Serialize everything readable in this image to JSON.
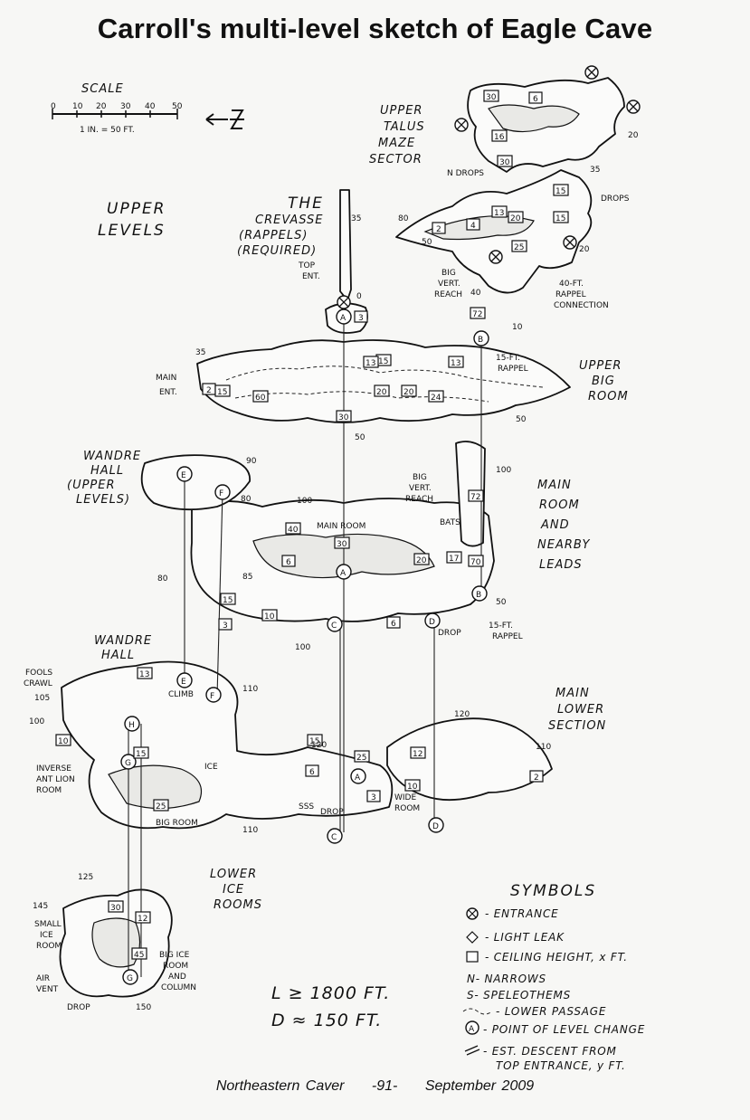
{
  "title": "Carroll's multi-level sketch of Eagle Cave",
  "footer": {
    "publication": "Northeastern Caver",
    "page": "-91-",
    "date": "September 2009"
  },
  "scale": {
    "label": "SCALE",
    "ticks": [
      "0",
      "10",
      "20",
      "30",
      "40",
      "50"
    ],
    "ratio": "1 IN. = 50 FT."
  },
  "sections": {
    "upper_levels": [
      "UPPER",
      "LEVELS"
    ],
    "upper_talus": [
      "UPPER",
      "TALUS",
      "MAZE",
      "SECTOR"
    ],
    "crevasse": [
      "THE",
      "CREVASSE",
      "(RAPPELS)",
      "(REQUIRED)"
    ],
    "upper_big_room": [
      "UPPER",
      "BIG",
      "ROOM"
    ],
    "main_room_leads": [
      "MAIN",
      "ROOM",
      "AND",
      "NEARBY",
      "LEADS"
    ],
    "main_lower": [
      "MAIN",
      "LOWER",
      "SECTION"
    ],
    "wandre_hall_upper": [
      "WANDRE",
      "HALL",
      "(UPPER",
      "LEVELS)"
    ],
    "wandre_hall": [
      "WANDRE",
      "HALL"
    ],
    "lower_ice_rooms": [
      "LOWER",
      "ICE",
      "ROOMS"
    ],
    "main_room": "MAIN ROOM",
    "top_ent": [
      "TOP",
      "ENT."
    ],
    "main_ent": [
      "MAIN",
      "ENT."
    ],
    "big_vert_reach_1": [
      "BIG",
      "VERT.",
      "REACH"
    ],
    "big_vert_reach_2": [
      "BIG",
      "VERT.",
      "REACH"
    ],
    "rappel_connection": [
      "40-FT.",
      "RAPPEL",
      "CONNECTION"
    ],
    "rappel_15_upper": [
      "15-FT.",
      "RAPPEL"
    ],
    "rappel_15_lower": [
      "15-FT.",
      "RAPPEL"
    ],
    "fools_crawl": [
      "FOOLS",
      "CRAWL"
    ],
    "inverse_antlion": [
      "INVERSE",
      "ANT LION",
      "ROOM"
    ],
    "big_room": "BIG ROOM",
    "wide_room": [
      "WIDE",
      "ROOM"
    ],
    "small_ice_room": [
      "SMALL",
      "ICE",
      "ROOM"
    ],
    "big_ice_room": [
      "BIG ICE",
      "ROOM",
      "AND",
      "COLUMN"
    ],
    "air_vent": [
      "AIR",
      "VENT"
    ],
    "drops": "DROPS",
    "n_drops": "N DROPS",
    "bats": "BATS",
    "climb": "CLIMB",
    "ice": "ICE",
    "sss": "SSS",
    "drop": "DROP"
  },
  "depths": [
    "35",
    "0",
    "10",
    "20",
    "50",
    "40",
    "35",
    "50",
    "90",
    "80",
    "100",
    "100",
    "80",
    "85",
    "50",
    "100",
    "105",
    "100",
    "110",
    "120",
    "110",
    "110",
    "120",
    "125",
    "145",
    "150",
    "35",
    "20",
    "50",
    "80"
  ],
  "ceiling_heights": [
    "30",
    "6",
    "15",
    "16",
    "4",
    "2",
    "20",
    "13",
    "15",
    "30",
    "25",
    "3",
    "2",
    "15",
    "72",
    "13",
    "60",
    "20",
    "15",
    "20",
    "24",
    "30",
    "13",
    "72",
    "40",
    "30",
    "6",
    "20",
    "17",
    "70",
    "15",
    "10",
    "3",
    "6",
    "13",
    "10",
    "15",
    "25",
    "6",
    "3",
    "10",
    "12",
    "2",
    "25",
    "15",
    "30",
    "12",
    "45"
  ],
  "level_points": [
    "A",
    "B",
    "C",
    "D",
    "E",
    "F",
    "G",
    "H"
  ],
  "stats": {
    "length": "L ≥ 1800 FT.",
    "depth": "D ≈ 150 FT."
  },
  "symbols": {
    "heading": "SYMBOLS",
    "items": [
      "- ENTRANCE",
      "- LIGHT LEAK",
      "- CEILING HEIGHT, x FT.",
      "N- NARROWS",
      "S- SPELEOTHEMS",
      "- LOWER PASSAGE",
      "- POINT OF LEVEL CHANGE",
      "- EST. DESCENT FROM",
      "TOP ENTRANCE, y FT."
    ]
  }
}
